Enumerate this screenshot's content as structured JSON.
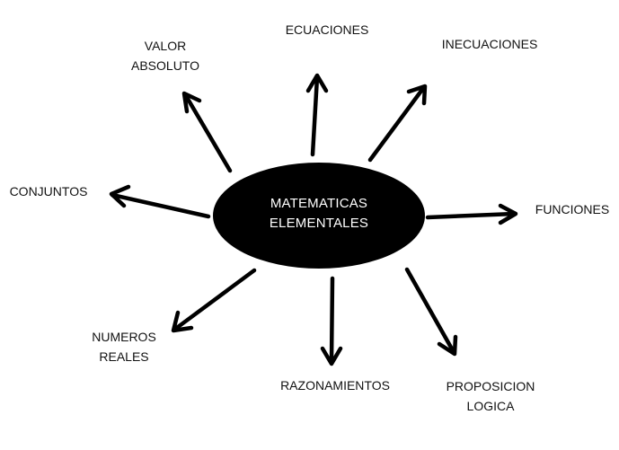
{
  "center": {
    "line1": "MATEMATICAS",
    "line2": "ELEMENTALES"
  },
  "nodes": {
    "ecuaciones": "ECUACIONES",
    "inecuaciones": "INECUACIONES",
    "valor_absoluto": [
      "VALOR",
      "ABSOLUTO"
    ],
    "conjuntos": "CONJUNTOS",
    "funciones": "FUNCIONES",
    "numeros_reales": [
      "NUMEROS",
      "REALES"
    ],
    "razonamientos": "RAZONAMIENTOS",
    "proposicion_logica": [
      "PROPOSICION",
      "LOGICA"
    ]
  },
  "colors": {
    "ellipse": "#000000",
    "arrow": "#000000",
    "center_text": "#ffffff",
    "label_text": "#111111"
  }
}
